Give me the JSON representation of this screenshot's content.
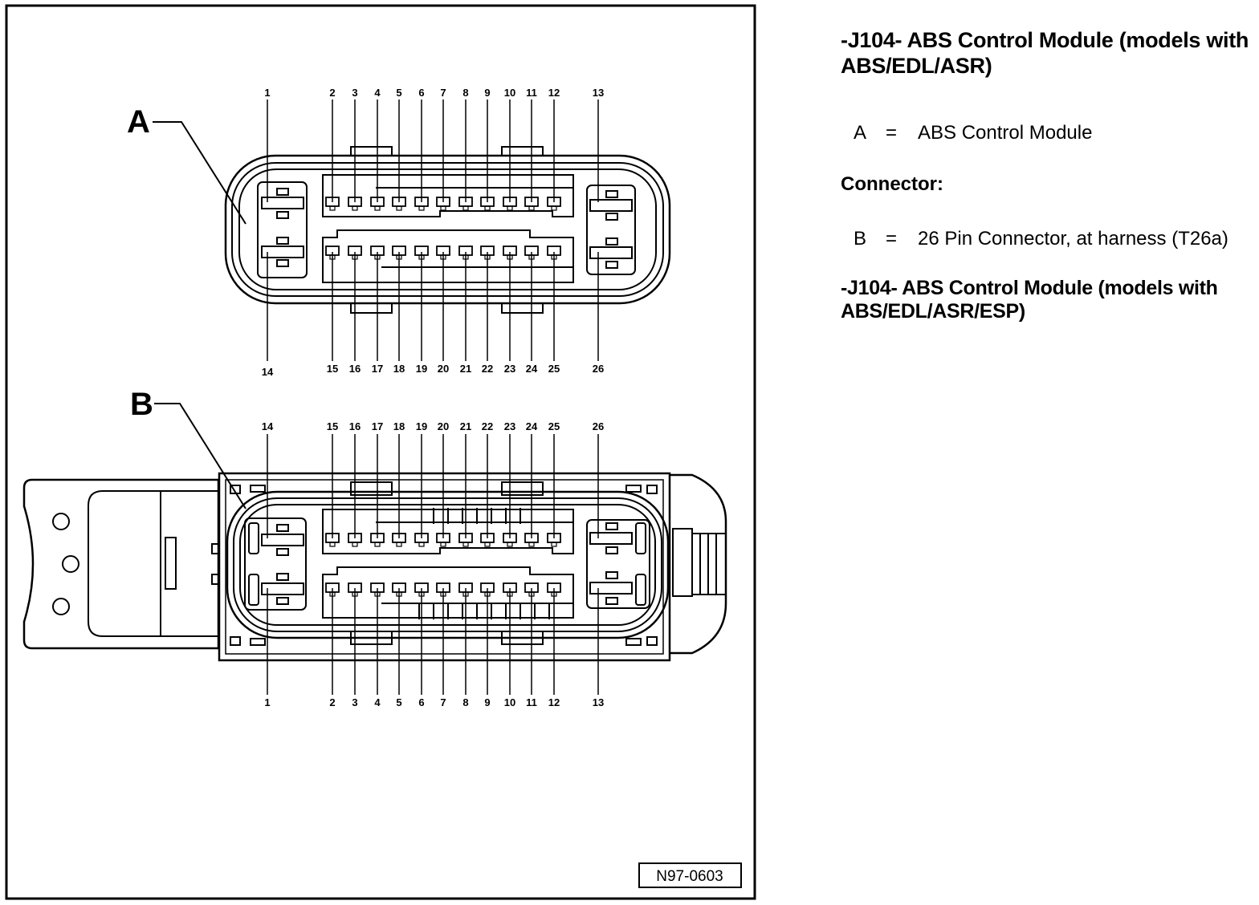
{
  "figure": {
    "figure_id": "N97-0603",
    "callouts": [
      "A",
      "B"
    ],
    "view_a": {
      "top_labels": [
        "1",
        "2",
        "3",
        "4",
        "5",
        "6",
        "7",
        "8",
        "9",
        "10",
        "11",
        "12",
        "13"
      ],
      "bottom_labels": [
        "14",
        "15",
        "16",
        "17",
        "18",
        "19",
        "20",
        "21",
        "22",
        "23",
        "24",
        "25",
        "26"
      ]
    },
    "view_b": {
      "top_labels": [
        "14",
        "15",
        "16",
        "17",
        "18",
        "19",
        "20",
        "21",
        "22",
        "23",
        "24",
        "25",
        "26"
      ],
      "bottom_labels": [
        "1",
        "2",
        "3",
        "4",
        "5",
        "6",
        "7",
        "8",
        "9",
        "10",
        "11",
        "12",
        "13"
      ]
    }
  },
  "legend": {
    "heading1": "-J104- ABS Control Module (models with ABS/EDL/ASR)",
    "item_a": {
      "key": "A",
      "eq": "=",
      "text": "ABS Control Module"
    },
    "connector_heading": "Connector:",
    "item_b": {
      "key": "B",
      "eq": "=",
      "text": "26 Pin Connector, at harness (T26a)"
    },
    "heading2": "-J104- ABS Control Module (models with ABS/EDL/ASR/ESP)"
  }
}
